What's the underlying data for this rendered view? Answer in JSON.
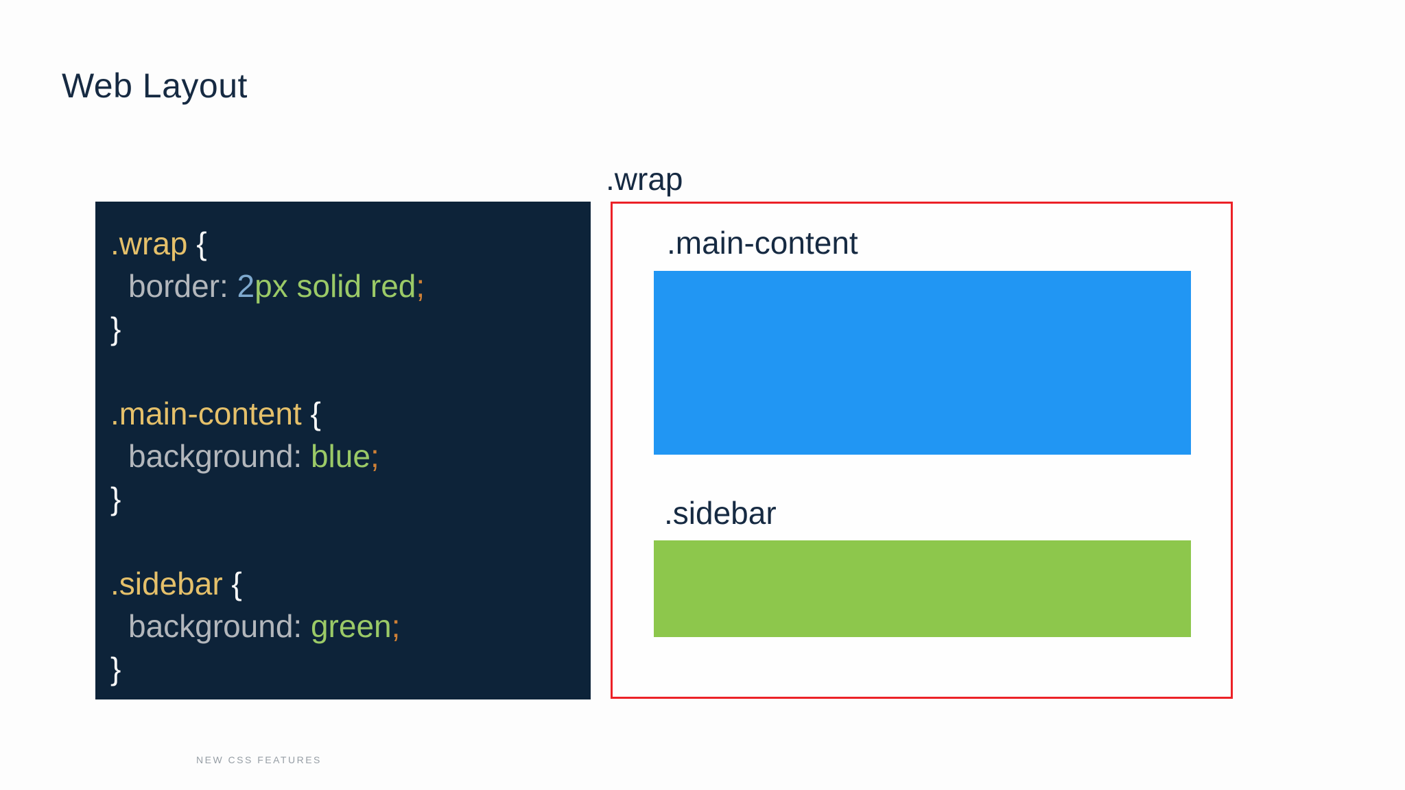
{
  "title": "Web Layout",
  "footer": "NEW CSS FEATURES",
  "code": {
    "wrap": {
      "selector": ".wrap",
      "brace_open": " {",
      "prop": "border",
      "colon": ": ",
      "num": "2",
      "val": "px solid red",
      "semi": ";",
      "brace_close": "}"
    },
    "main": {
      "selector": ".main-content",
      "brace_open": " {",
      "prop": "background",
      "colon": ": ",
      "val": "blue",
      "semi": ";",
      "brace_close": "}"
    },
    "sidebar": {
      "selector": ".sidebar",
      "brace_open": " {",
      "prop": "background",
      "colon": ": ",
      "val": "green",
      "semi": ";",
      "brace_close": "}"
    }
  },
  "diagram": {
    "wrap_label": ".wrap",
    "main_label": ".main-content",
    "sidebar_label": ".sidebar"
  },
  "colors": {
    "page_background": "#fdfdfd",
    "code_panel_background": "#0d2339",
    "heading_text": "#162a42",
    "code_selector": "#e5c06a",
    "code_property": "#b3b7bc",
    "code_number": "#7ea9ce",
    "code_value": "#9bca67",
    "code_semicolon": "#cf8036",
    "code_brace": "#f8f8f8",
    "demo_main_blue": "#2196f3",
    "demo_sidebar_green": "#8dc74c",
    "wrap_border_red": "#ec2127",
    "footer_text": "#969ea5"
  }
}
